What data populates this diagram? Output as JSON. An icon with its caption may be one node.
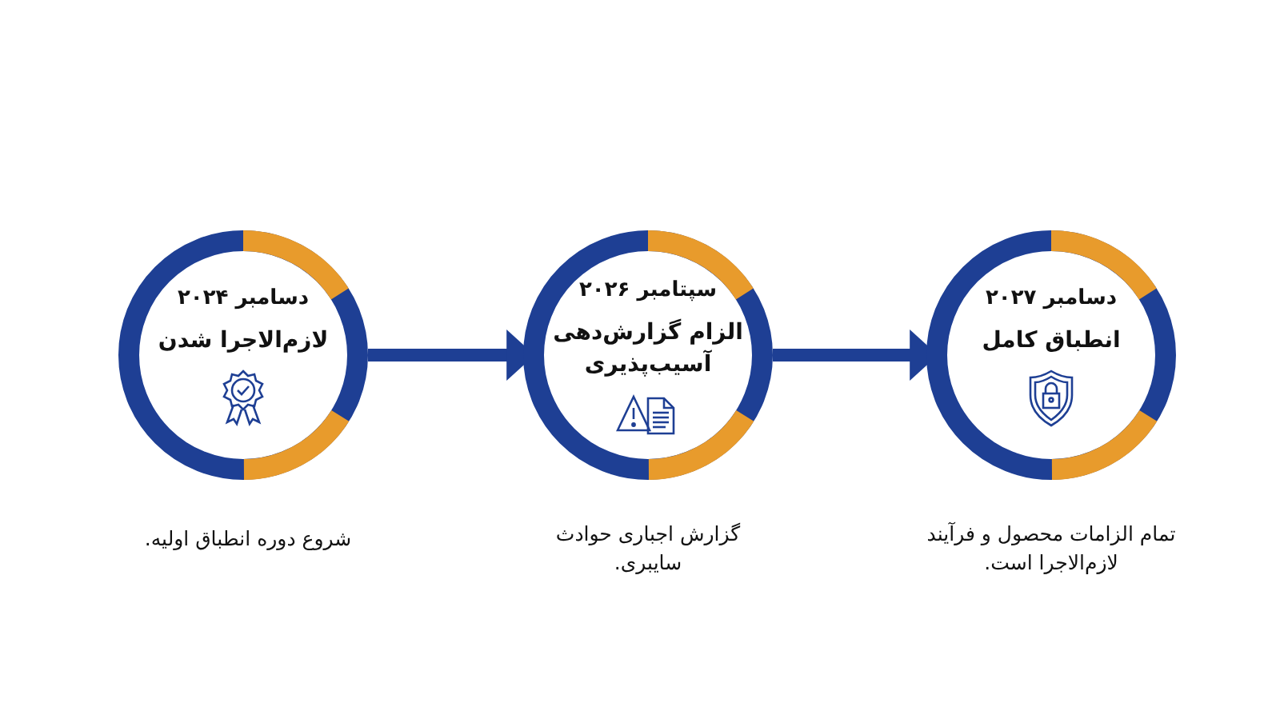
{
  "diagram": {
    "nodes": [
      {
        "text": [
          "دسامبر ۲۰۲۴",
          "لازم‌الاجرا شدن"
        ],
        "beside": [
          "شروع دوره انطباق اولیه."
        ]
      },
      {
        "text": [
          "سپتامبر ۲۰۲۶",
          "الزام گزارش‌دهی آسیب‌پذیری"
        ],
        "beside": [
          "گزارش اجباری حوادث سایبری."
        ]
      },
      {
        "text": [
          "دسامبر ۲۰۲۷",
          "انطباق کامل"
        ],
        "beside": [
          "تمام الزامات محصول و فرآیند لازم‌الاجرا است."
        ]
      }
    ],
    "edges": [
      {
        "from": 0,
        "to": 1,
        "arrow": "to"
      },
      {
        "from": 1,
        "to": 2,
        "arrow": "to"
      }
    ]
  }
}
